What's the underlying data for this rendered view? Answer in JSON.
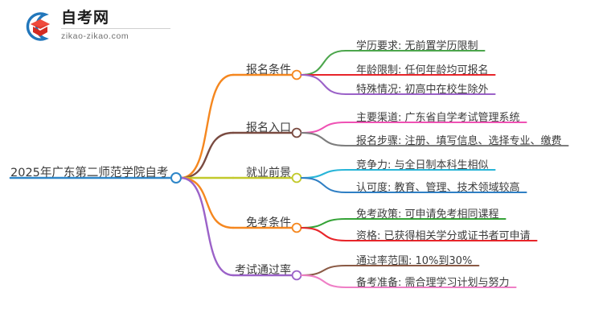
{
  "logo": {
    "title": "自考网",
    "subtitle": "zikao-zikao.com",
    "mark_icon": "graduation-cap-icon",
    "mark_arc_color": "#2277bb",
    "mark_cap_color": "#e03b2f"
  },
  "mindmap": {
    "root": {
      "label": "2025年广东第二师范学院自考",
      "color": "#2e86c8"
    },
    "branches": [
      {
        "label": "报名条件",
        "color": "#f5871f",
        "children": [
          {
            "label": "学历要求: 无前置学历限制",
            "color": "#4ca64c"
          },
          {
            "label": "年龄限制: 任何年龄均可报名",
            "color": "#e8252a"
          },
          {
            "label": "特殊情况: 初高中在校生除外",
            "color": "#9b62c8"
          }
        ]
      },
      {
        "label": "报名入口",
        "color": "#7a4b41",
        "children": [
          {
            "label": "主要渠道: 广东省自学考试管理系统",
            "color": "#ef52b4"
          },
          {
            "label": "报名步骤: 注册、填写信息、选择专业、缴费",
            "color": "#7d7d7d"
          }
        ]
      },
      {
        "label": "就业前景",
        "color": "#c2c92b",
        "children": [
          {
            "label": "竞争力: 与全日制本科生相似",
            "color": "#28b5d8"
          },
          {
            "label": "认可度: 教育、管理、技术领域较高",
            "color": "#2f7fc4"
          }
        ]
      },
      {
        "label": "免考条件",
        "color": "#f5871f",
        "children": [
          {
            "label": "免考政策: 可申请免考相同课程",
            "color": "#35a337"
          },
          {
            "label": "资格: 已获得相关学分或证书者可申请",
            "color": "#e8252a"
          }
        ]
      },
      {
        "label": "考试通过率",
        "color": "#9b62c8",
        "children": [
          {
            "label": "通过率范围: 10%到30%",
            "color": "#8a5a45"
          },
          {
            "label": "备考准备: 需合理学习计划与努力",
            "color": "#ef7fc6"
          }
        ]
      }
    ]
  }
}
